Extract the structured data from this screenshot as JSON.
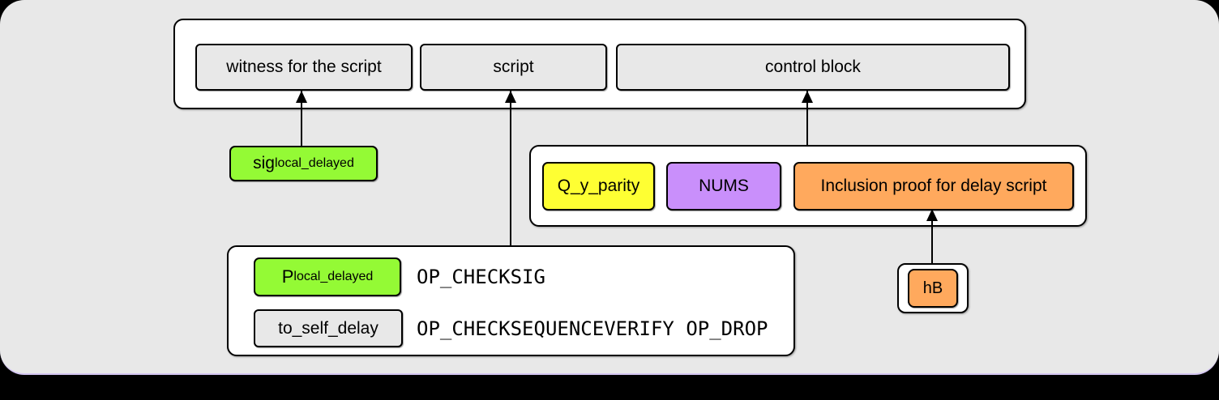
{
  "diagram": {
    "witness_structure": {
      "slots": [
        {
          "label": "witness for the script"
        },
        {
          "label": "script"
        },
        {
          "label": "control block"
        }
      ]
    },
    "signature": {
      "base": "sig",
      "subscript": "local_delayed"
    },
    "control_block_detail": {
      "fields": [
        {
          "label": "Q_y_parity"
        },
        {
          "label": "NUMS"
        },
        {
          "label": "Inclusion proof for delay script"
        }
      ]
    },
    "script_detail": {
      "lines": [
        {
          "operand_base": "P",
          "operand_subscript": "local_delayed",
          "opcode": "OP_CHECKSIG"
        },
        {
          "operand_base": "to_self_delay",
          "operand_subscript": "",
          "opcode": "OP_CHECKSEQUENCEVERIFY OP_DROP"
        }
      ]
    },
    "hash_leaf": {
      "label": "hB"
    }
  },
  "colors": {
    "page_background": "#e8e8e8",
    "container_background": "#ffffff",
    "slot_background": "#e8e8e8",
    "border": "#000000",
    "green": "#94fa35",
    "yellow": "#feff33",
    "purple": "#c98ffb",
    "orange": "#ffa95d"
  }
}
